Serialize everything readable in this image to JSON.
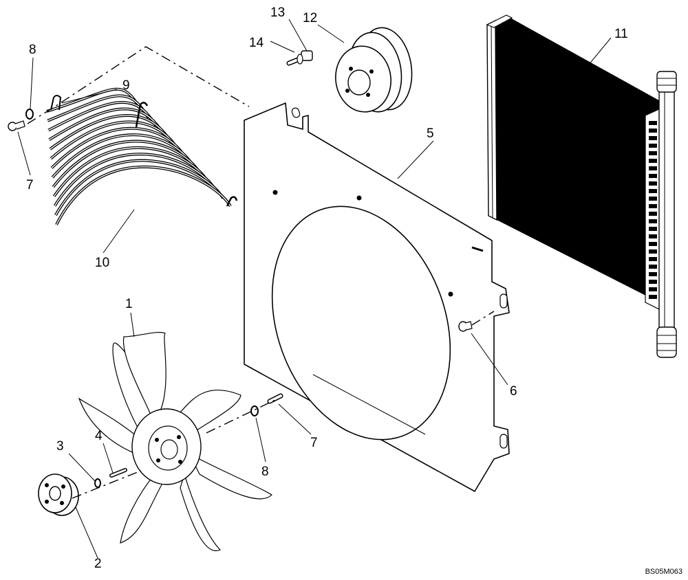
{
  "callouts": {
    "c1": "1",
    "c2": "2",
    "c3": "3",
    "c4": "4",
    "c5": "5",
    "c6": "6",
    "c7a": "7",
    "c7b": "7",
    "c8a": "8",
    "c8b": "8",
    "c9": "9",
    "c10": "10",
    "c11": "11",
    "c12": "12",
    "c13": "13",
    "c14": "14"
  },
  "reference_code": "BS05M063"
}
